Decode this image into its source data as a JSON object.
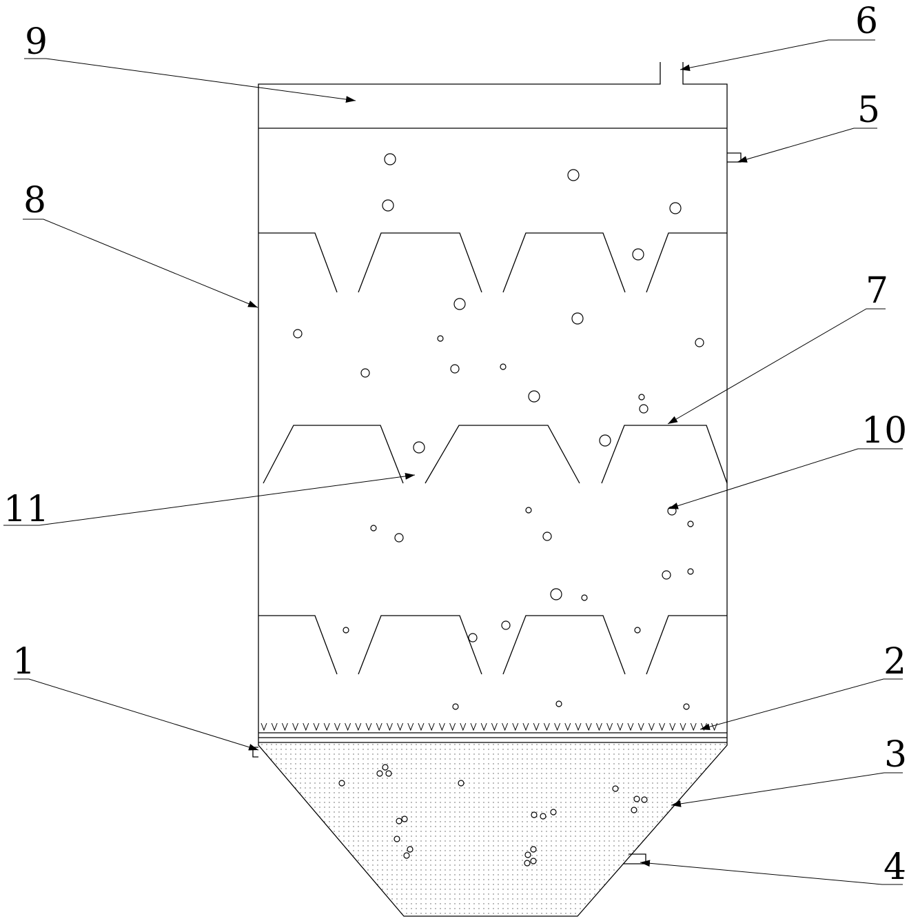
{
  "labels": {
    "l1": "1",
    "l2": "2",
    "l3": "3",
    "l4": "4",
    "l5": "5",
    "l6": "6",
    "l7": "7",
    "l8": "8",
    "l9": "9",
    "l10": "10",
    "l11": "11"
  },
  "colors": {
    "line": "#000000",
    "background": "#ffffff",
    "stipple": "#555555"
  }
}
